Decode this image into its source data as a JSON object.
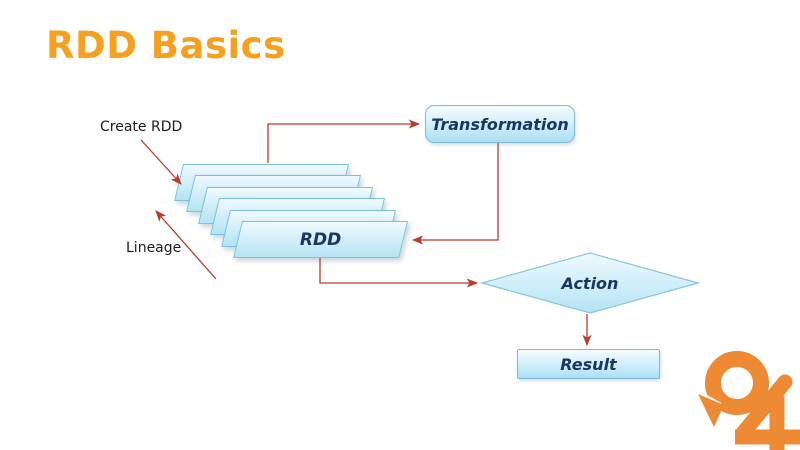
{
  "slide": {
    "title": "RDD Basics"
  },
  "diagram": {
    "labels": {
      "create_rdd": "Create RDD",
      "lineage": "Lineage"
    },
    "nodes": {
      "transformation": {
        "label": "Transformation",
        "shape": "rounded-rectangle"
      },
      "rdd_stack": {
        "label": "RDD",
        "shape": "parallelogram-stack",
        "sheet_count": 6
      },
      "action": {
        "label": "Action",
        "shape": "diamond"
      },
      "result": {
        "label": "Result",
        "shape": "rectangle"
      }
    },
    "edges": [
      {
        "from": "rdd_stack",
        "to": "transformation"
      },
      {
        "from": "transformation",
        "to": "rdd_stack"
      },
      {
        "from": "rdd_stack",
        "to": "action"
      },
      {
        "from": "action",
        "to": "result"
      },
      {
        "from": "create_rdd_label",
        "to": "rdd_stack"
      },
      {
        "from": "rdd_stack",
        "to": "lineage_label"
      }
    ]
  },
  "branding": {
    "logo_icon": "orange-circular-arrow-04-logo"
  },
  "colors": {
    "title_orange": "#f6a01f",
    "logo_orange": "#ee8a33",
    "connector_red": "#bb3a2c",
    "node_text_navy": "#17375e",
    "node_fill_top": "#f6fcfe",
    "node_fill_bottom": "#abdef2",
    "node_border_blue": "#7fbcd4"
  }
}
